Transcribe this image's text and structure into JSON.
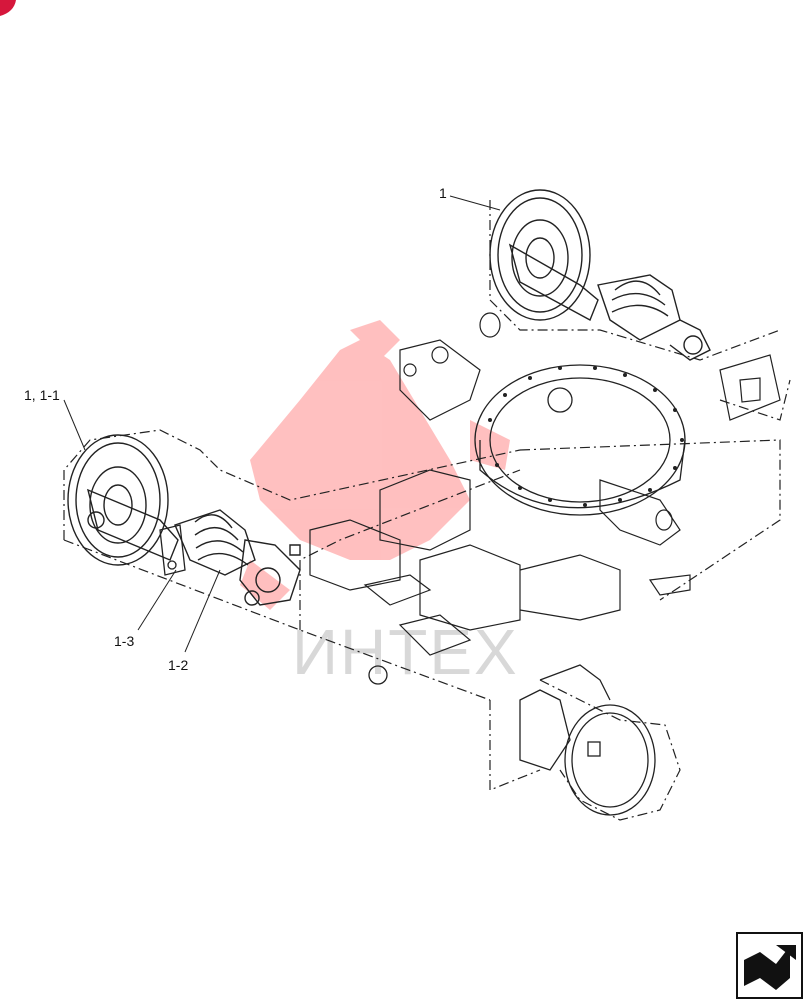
{
  "callouts": {
    "c1": "1",
    "c1_1_1": "1, 1-1",
    "c1_3": "1-3",
    "c1_2": "1-2"
  },
  "watermark": {
    "text": "ИНТЕХ",
    "color": "#ff4a4a"
  },
  "colors": {
    "line": "#222222",
    "corner_mark": "#d6173c"
  },
  "icons": {
    "nav": "next-page-arrow-icon"
  }
}
